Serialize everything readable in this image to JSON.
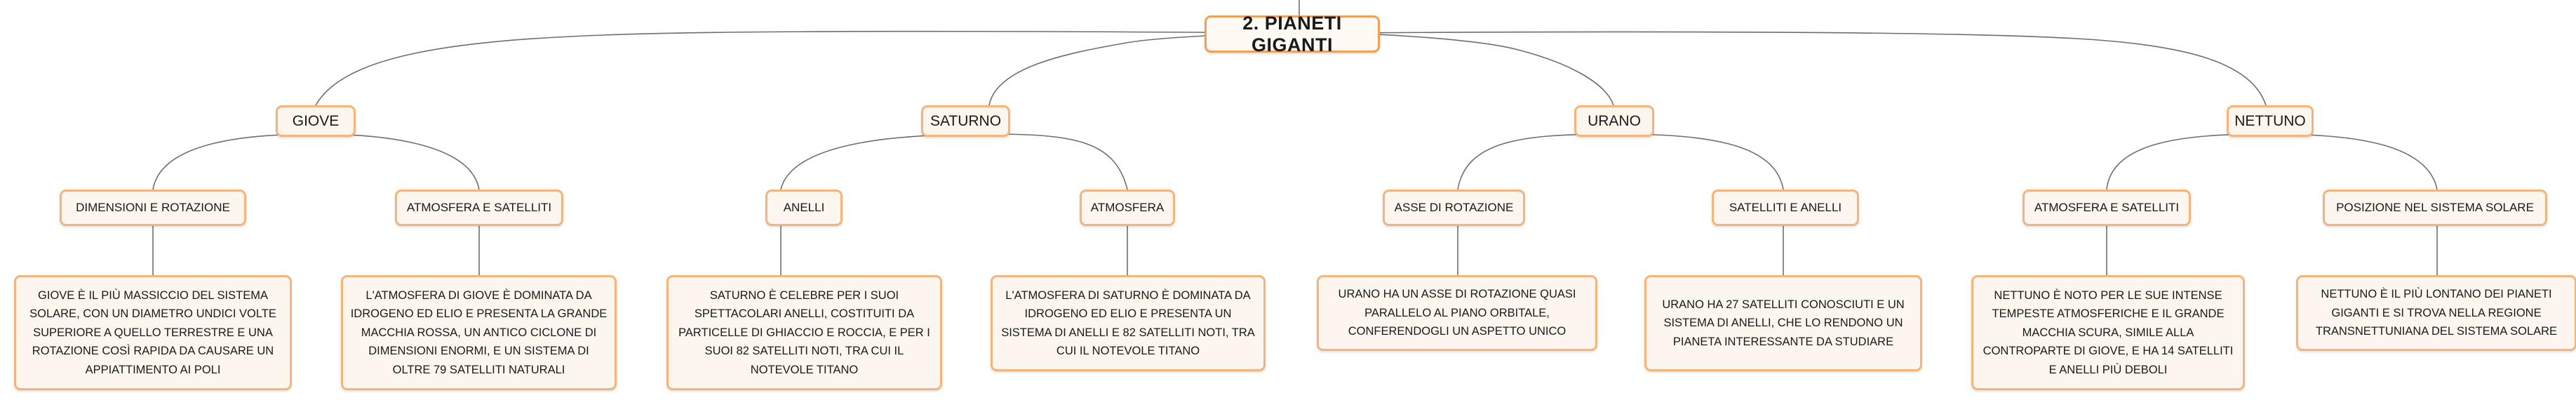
{
  "root": {
    "label": "2. PIANETI GIGANTI"
  },
  "planets": [
    {
      "name": "GIOVE",
      "topics": [
        {
          "label": "DIMENSIONI E ROTAZIONE",
          "detail": "GIOVE È IL PIÙ MASSICCIO DEL SISTEMA SOLARE, CON UN DIAMETRO UNDICI VOLTE SUPERIORE A QUELLO TERRESTRE E UNA ROTAZIONE COSÌ RAPIDA DA CAUSARE UN APPIATTIMENTO AI POLI"
        },
        {
          "label": "ATMOSFERA E SATELLITI",
          "detail": "L'ATMOSFERA DI GIOVE È DOMINATA DA IDROGENO ED ELIO E PRESENTA LA GRANDE MACCHIA ROSSA, UN ANTICO CICLONE DI DIMENSIONI ENORMI, E UN SISTEMA DI OLTRE 79 SATELLITI NATURALI"
        }
      ]
    },
    {
      "name": "SATURNO",
      "topics": [
        {
          "label": "ANELLI",
          "detail": "SATURNO È CELEBRE PER I SUOI SPETTACOLARI ANELLI, COSTITUITI DA PARTICELLE DI GHIACCIO E ROCCIA, E PER I SUOI 82 SATELLITI NOTI, TRA CUI IL NOTEVOLE TITANO"
        },
        {
          "label": "ATMOSFERA",
          "detail": "L'ATMOSFERA DI SATURNO È DOMINATA DA IDROGENO ED ELIO E PRESENTA UN SISTEMA DI ANELLI E 82 SATELLITI NOTI, TRA CUI IL NOTEVOLE TITANO"
        }
      ]
    },
    {
      "name": "URANO",
      "topics": [
        {
          "label": "ASSE DI ROTAZIONE",
          "detail": "URANO HA UN ASSE DI ROTAZIONE QUASI PARALLELO AL PIANO ORBITALE, CONFERENDOGLI UN ASPETTO UNICO"
        },
        {
          "label": "SATELLITI E ANELLI",
          "detail": "URANO HA 27 SATELLITI CONOSCIUTI E UN SISTEMA DI ANELLI, CHE LO RENDONO UN PIANETA INTERESSANTE DA STUDIARE"
        }
      ]
    },
    {
      "name": "NETTUNO",
      "topics": [
        {
          "label": "ATMOSFERA E SATELLITI",
          "detail": "NETTUNO È NOTO PER LE SUE INTENSE TEMPESTE ATMOSFERICHE E IL GRANDE MACCHIA SCURA, SIMILE ALLA CONTROPARTE DI GIOVE, E HA 14 SATELLITI E ANELLI PIÙ DEBOLI"
        },
        {
          "label": "POSIZIONE NEL SISTEMA SOLARE",
          "detail": "NETTUNO È IL PIÙ LONTANO DEI PIANETI GIGANTI E SI TROVA NELLA REGIONE TRANSNETTUNIANA DEL SISTEMA SOLARE"
        }
      ]
    }
  ],
  "colors": {
    "node_border": "#f6b37a",
    "node_fill": "#fdf6ee",
    "link": "#6e6e6e"
  }
}
